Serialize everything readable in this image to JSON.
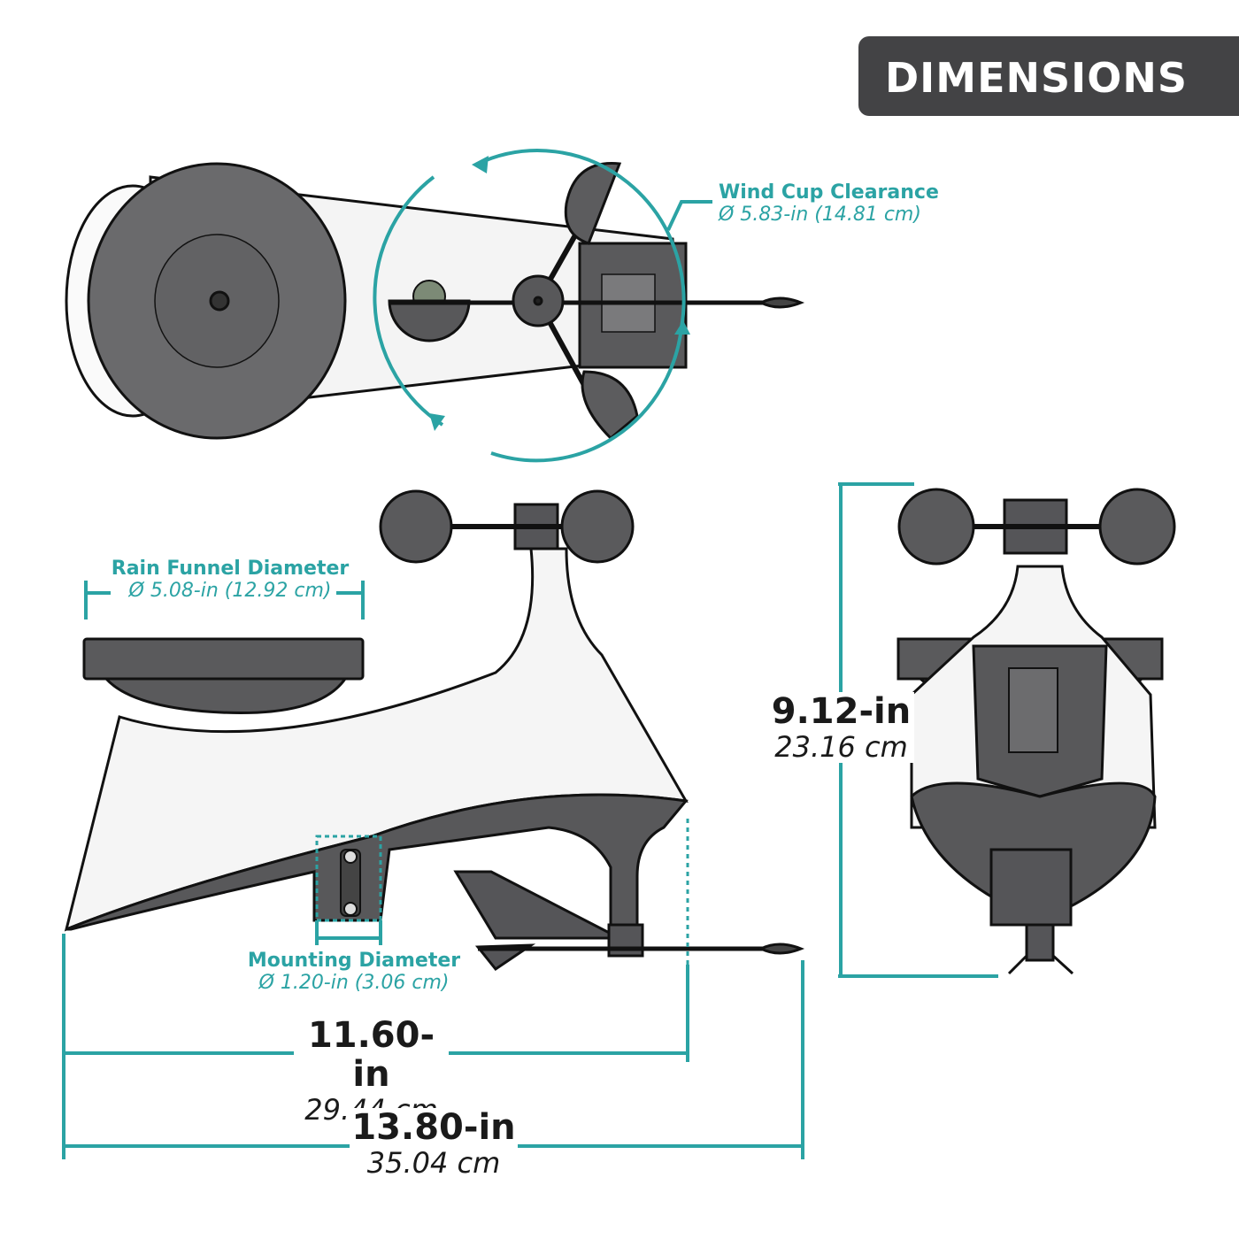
{
  "header": {
    "title": "DIMENSIONS"
  },
  "colors": {
    "accent": "#2ba3a4",
    "badge_bg": "#434345",
    "device_dark": "#555558",
    "device_light": "#f2f2f2"
  },
  "callouts": {
    "wind_cup": {
      "title": "Wind Cup Clearance",
      "value": "Ø 5.83-in (14.81 cm)"
    },
    "rain_funnel": {
      "title": "Rain Funnel Diameter",
      "value": "Ø 5.08-in (12.92 cm)"
    },
    "mounting": {
      "title": "Mounting Diameter",
      "value": "Ø 1.20-in (3.06 cm)"
    }
  },
  "dimensions": {
    "height": {
      "in": "9.12-in",
      "cm": "23.16 cm"
    },
    "body_length": {
      "in": "11.60-in",
      "cm": "29.44 cm"
    },
    "total_length": {
      "in": "13.80-in",
      "cm": "35.04 cm"
    }
  },
  "views": [
    {
      "name": "top-view",
      "icon": "weather-station-top-view-icon"
    },
    {
      "name": "side-view",
      "icon": "weather-station-side-view-icon"
    },
    {
      "name": "front-view",
      "icon": "weather-station-front-view-icon"
    }
  ]
}
